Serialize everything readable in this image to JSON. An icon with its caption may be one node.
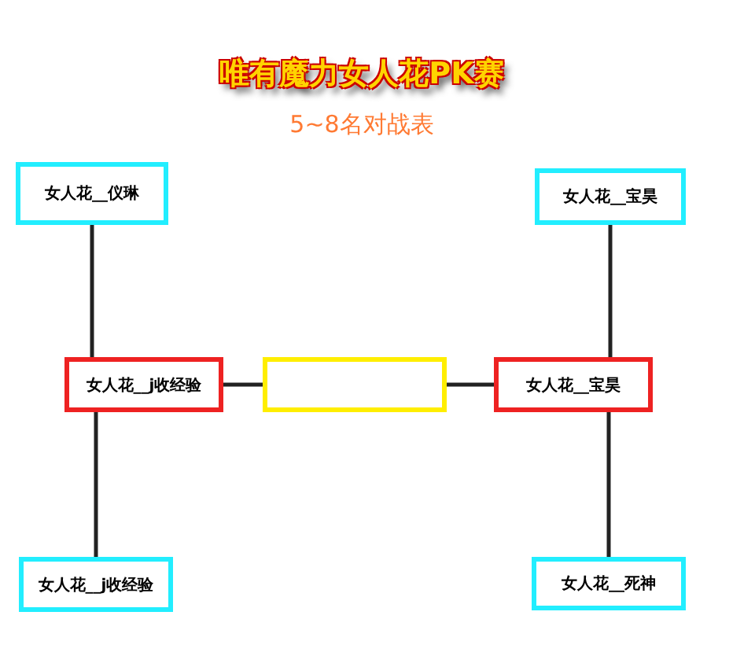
{
  "diagram": {
    "title": "唯有魔力女人花PK赛",
    "nodes": [
      {
        "text": [
          "女人花__仪琳"
        ]
      },
      {
        "text": [
          "女人花__宝昊"
        ]
      },
      {
        "text": [
          "女人花__j收经验"
        ]
      },
      {
        "text": [],
        "shape": "box"
      },
      {
        "text": [
          "女人花__宝昊"
        ]
      },
      {
        "text": [
          "女人花__j收经验"
        ]
      },
      {
        "text": [
          "女人花__死神"
        ]
      }
    ],
    "edges": [
      {
        "from": 0,
        "to": 2,
        "arrow": "none"
      },
      {
        "from": 5,
        "to": 2,
        "arrow": "none"
      },
      {
        "from": 2,
        "to": 3,
        "arrow": "none"
      },
      {
        "from": 4,
        "to": 3,
        "arrow": "none"
      },
      {
        "from": 1,
        "to": 4,
        "arrow": "none"
      },
      {
        "from": 6,
        "to": 4,
        "arrow": "none"
      }
    ],
    "labels": [
      "5~8名对战表"
    ]
  }
}
